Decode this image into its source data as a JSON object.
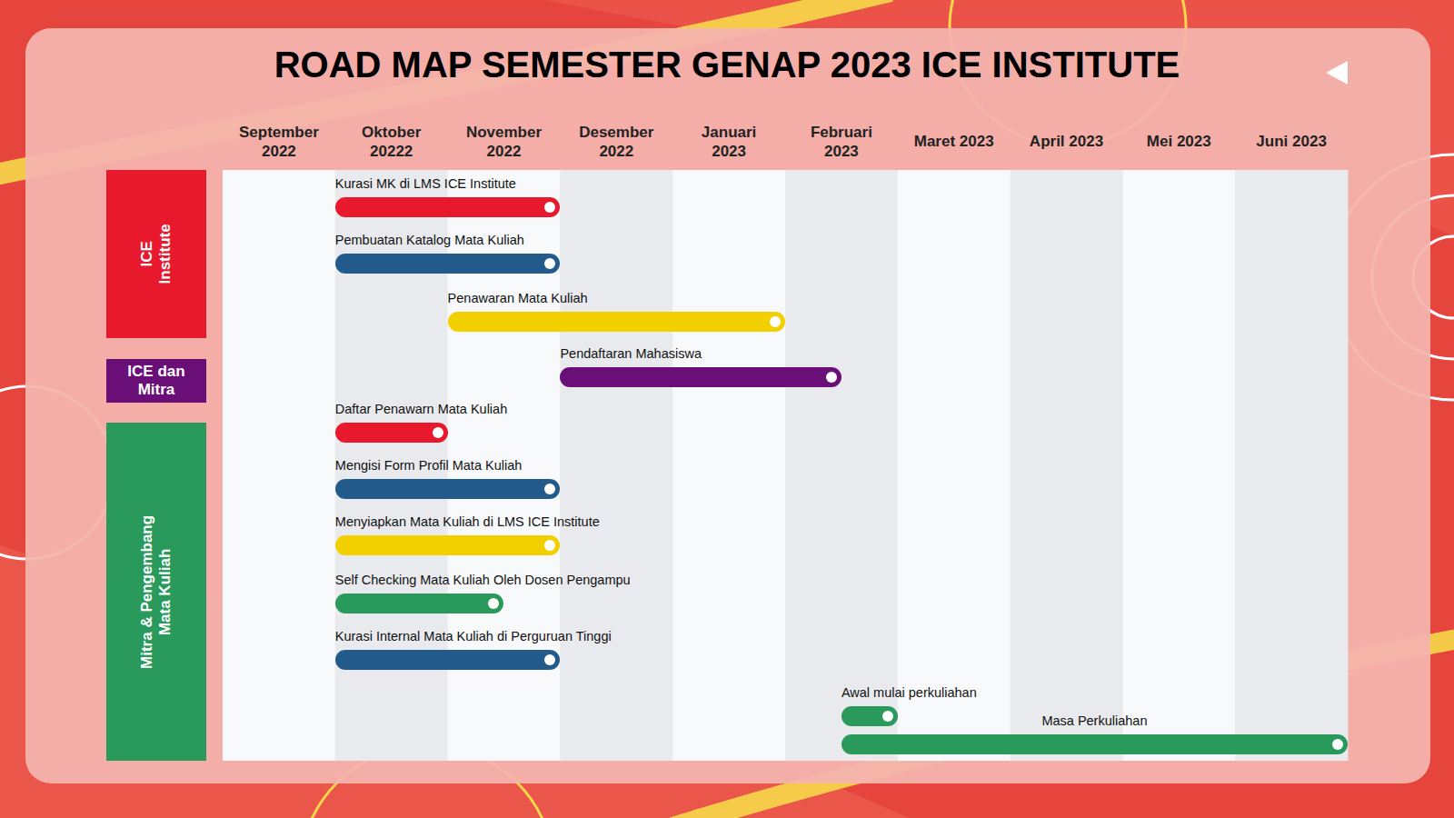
{
  "diagram": {
    "title": "ROAD MAP SEMESTER GENAP 2023 ICE INSTITUTE",
    "nodes": [
      {
        "text": [
          "ICE Institute"
        ]
      },
      {
        "text": [
          "ICE dan Mitra"
        ]
      },
      {
        "text": [
          "Mitra & Pengembang Mata Kuliah"
        ]
      },
      {
        "text": [
          "Kurasi MK di LMS ICE Institute"
        ]
      },
      {
        "text": [
          "Pembuatan Katalog Mata Kuliah"
        ]
      },
      {
        "text": [
          "Penawaran Mata Kuliah"
        ]
      },
      {
        "text": [
          "Pendaftaran Mahasiswa"
        ]
      },
      {
        "text": [
          "Daftar Penawarn Mata Kuliah"
        ]
      },
      {
        "text": [
          "Mengisi Form Profil Mata Kuliah"
        ]
      },
      {
        "text": [
          "Menyiapkan Mata Kuliah di LMS ICE Institute"
        ]
      },
      {
        "text": [
          "Self Checking Mata Kuliah Oleh Dosen Pengampu"
        ]
      },
      {
        "text": [
          "Kurasi Internal Mata Kuliah di Perguruan Tinggi"
        ]
      },
      {
        "text": [
          "Awal mulai perkuliahan"
        ]
      },
      {
        "text": [
          "Masa Perkuliahan"
        ]
      }
    ],
    "labels": [
      "September 2022",
      "Oktober 20222",
      "November 2022",
      "Desember 2022",
      "Januari 2023",
      "Februari 2023",
      "Maret 2023",
      "April 2023",
      "Mei 2023",
      "Juni 2023"
    ]
  }
}
